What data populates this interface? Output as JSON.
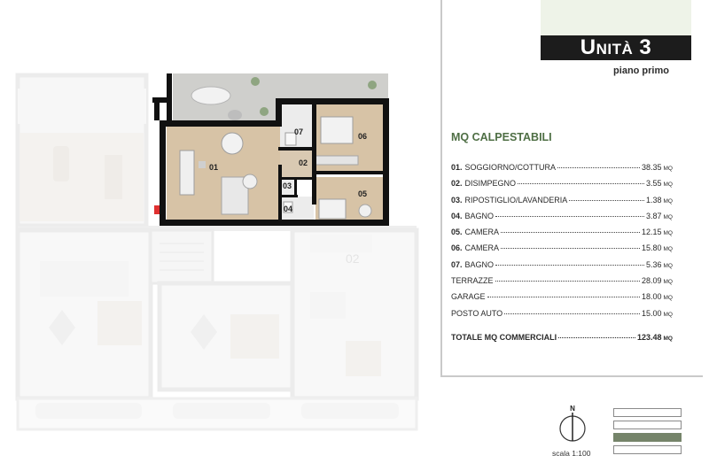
{
  "header": {
    "unit_word": "Unità",
    "unit_number": "3",
    "floor_label": "piano primo"
  },
  "section": {
    "title": "MQ CALPESTABILI"
  },
  "rooms": [
    {
      "num": "01.",
      "name": "SOGGIORNO/COTTURA",
      "value": "38.35",
      "unit": "MQ"
    },
    {
      "num": "02.",
      "name": "DISIMPEGNO",
      "value": "3.55",
      "unit": "MQ"
    },
    {
      "num": "03.",
      "name": "RIPOSTIGLIO/LAVANDERIA",
      "value": "1.38",
      "unit": "MQ"
    },
    {
      "num": "04.",
      "name": "BAGNO",
      "value": "3.87",
      "unit": "MQ"
    },
    {
      "num": "05.",
      "name": "CAMERA",
      "value": "12.15",
      "unit": "MQ"
    },
    {
      "num": "06.",
      "name": "CAMERA",
      "value": "15.80",
      "unit": "MQ"
    },
    {
      "num": "07.",
      "name": "BAGNO",
      "value": "5.36",
      "unit": "MQ"
    }
  ],
  "extras": [
    {
      "name": "TERRAZZE",
      "value": "28.09",
      "unit": "MQ"
    },
    {
      "name": "GARAGE",
      "value": "18.00",
      "unit": "MQ"
    },
    {
      "name": "POSTO AUTO",
      "value": "15.00",
      "unit": "MQ"
    }
  ],
  "total": {
    "name": "TOTALE MQ COMMERCIALI",
    "value": "123.48",
    "unit": "MQ"
  },
  "plan_labels": {
    "r01": "01",
    "r02": "02",
    "r03": "03",
    "r04": "04",
    "r05": "05",
    "r06": "06",
    "r07": "07",
    "faded_code": "02"
  },
  "compass": {
    "north_label": "N"
  },
  "scale": {
    "label": "scala 1:100"
  },
  "colors": {
    "accent_green": "#4f6f45",
    "legend_green": "#75846a",
    "floor_wood": "#d7c3a6",
    "terrace_gray": "#cfcfcc",
    "wall": "#111111"
  }
}
